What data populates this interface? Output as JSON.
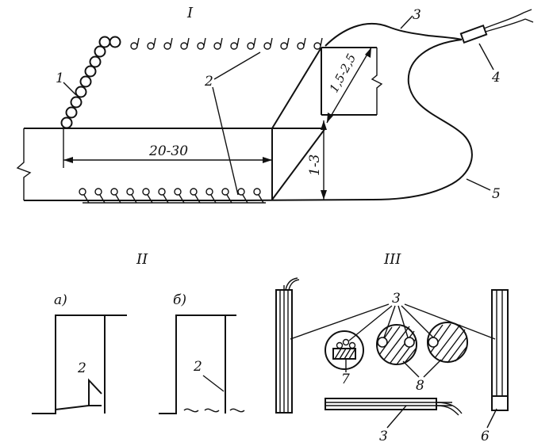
{
  "views": {
    "view_1": "I",
    "view_2": "II",
    "view_3": "III"
  },
  "subviews": {
    "a": "а)",
    "b": "б)"
  },
  "dimensions": {
    "length": "20-30",
    "depth_lower": "1-3",
    "depth_upper": "1,5-2,5"
  },
  "callouts": {
    "c1": "1",
    "c2a": "2",
    "c2b": "2",
    "c2c": "2",
    "c3a": "3",
    "c3b": "3",
    "c3c": "3",
    "c4": "4",
    "c5": "5",
    "c6": "6",
    "c7": "7",
    "c8": "8"
  }
}
